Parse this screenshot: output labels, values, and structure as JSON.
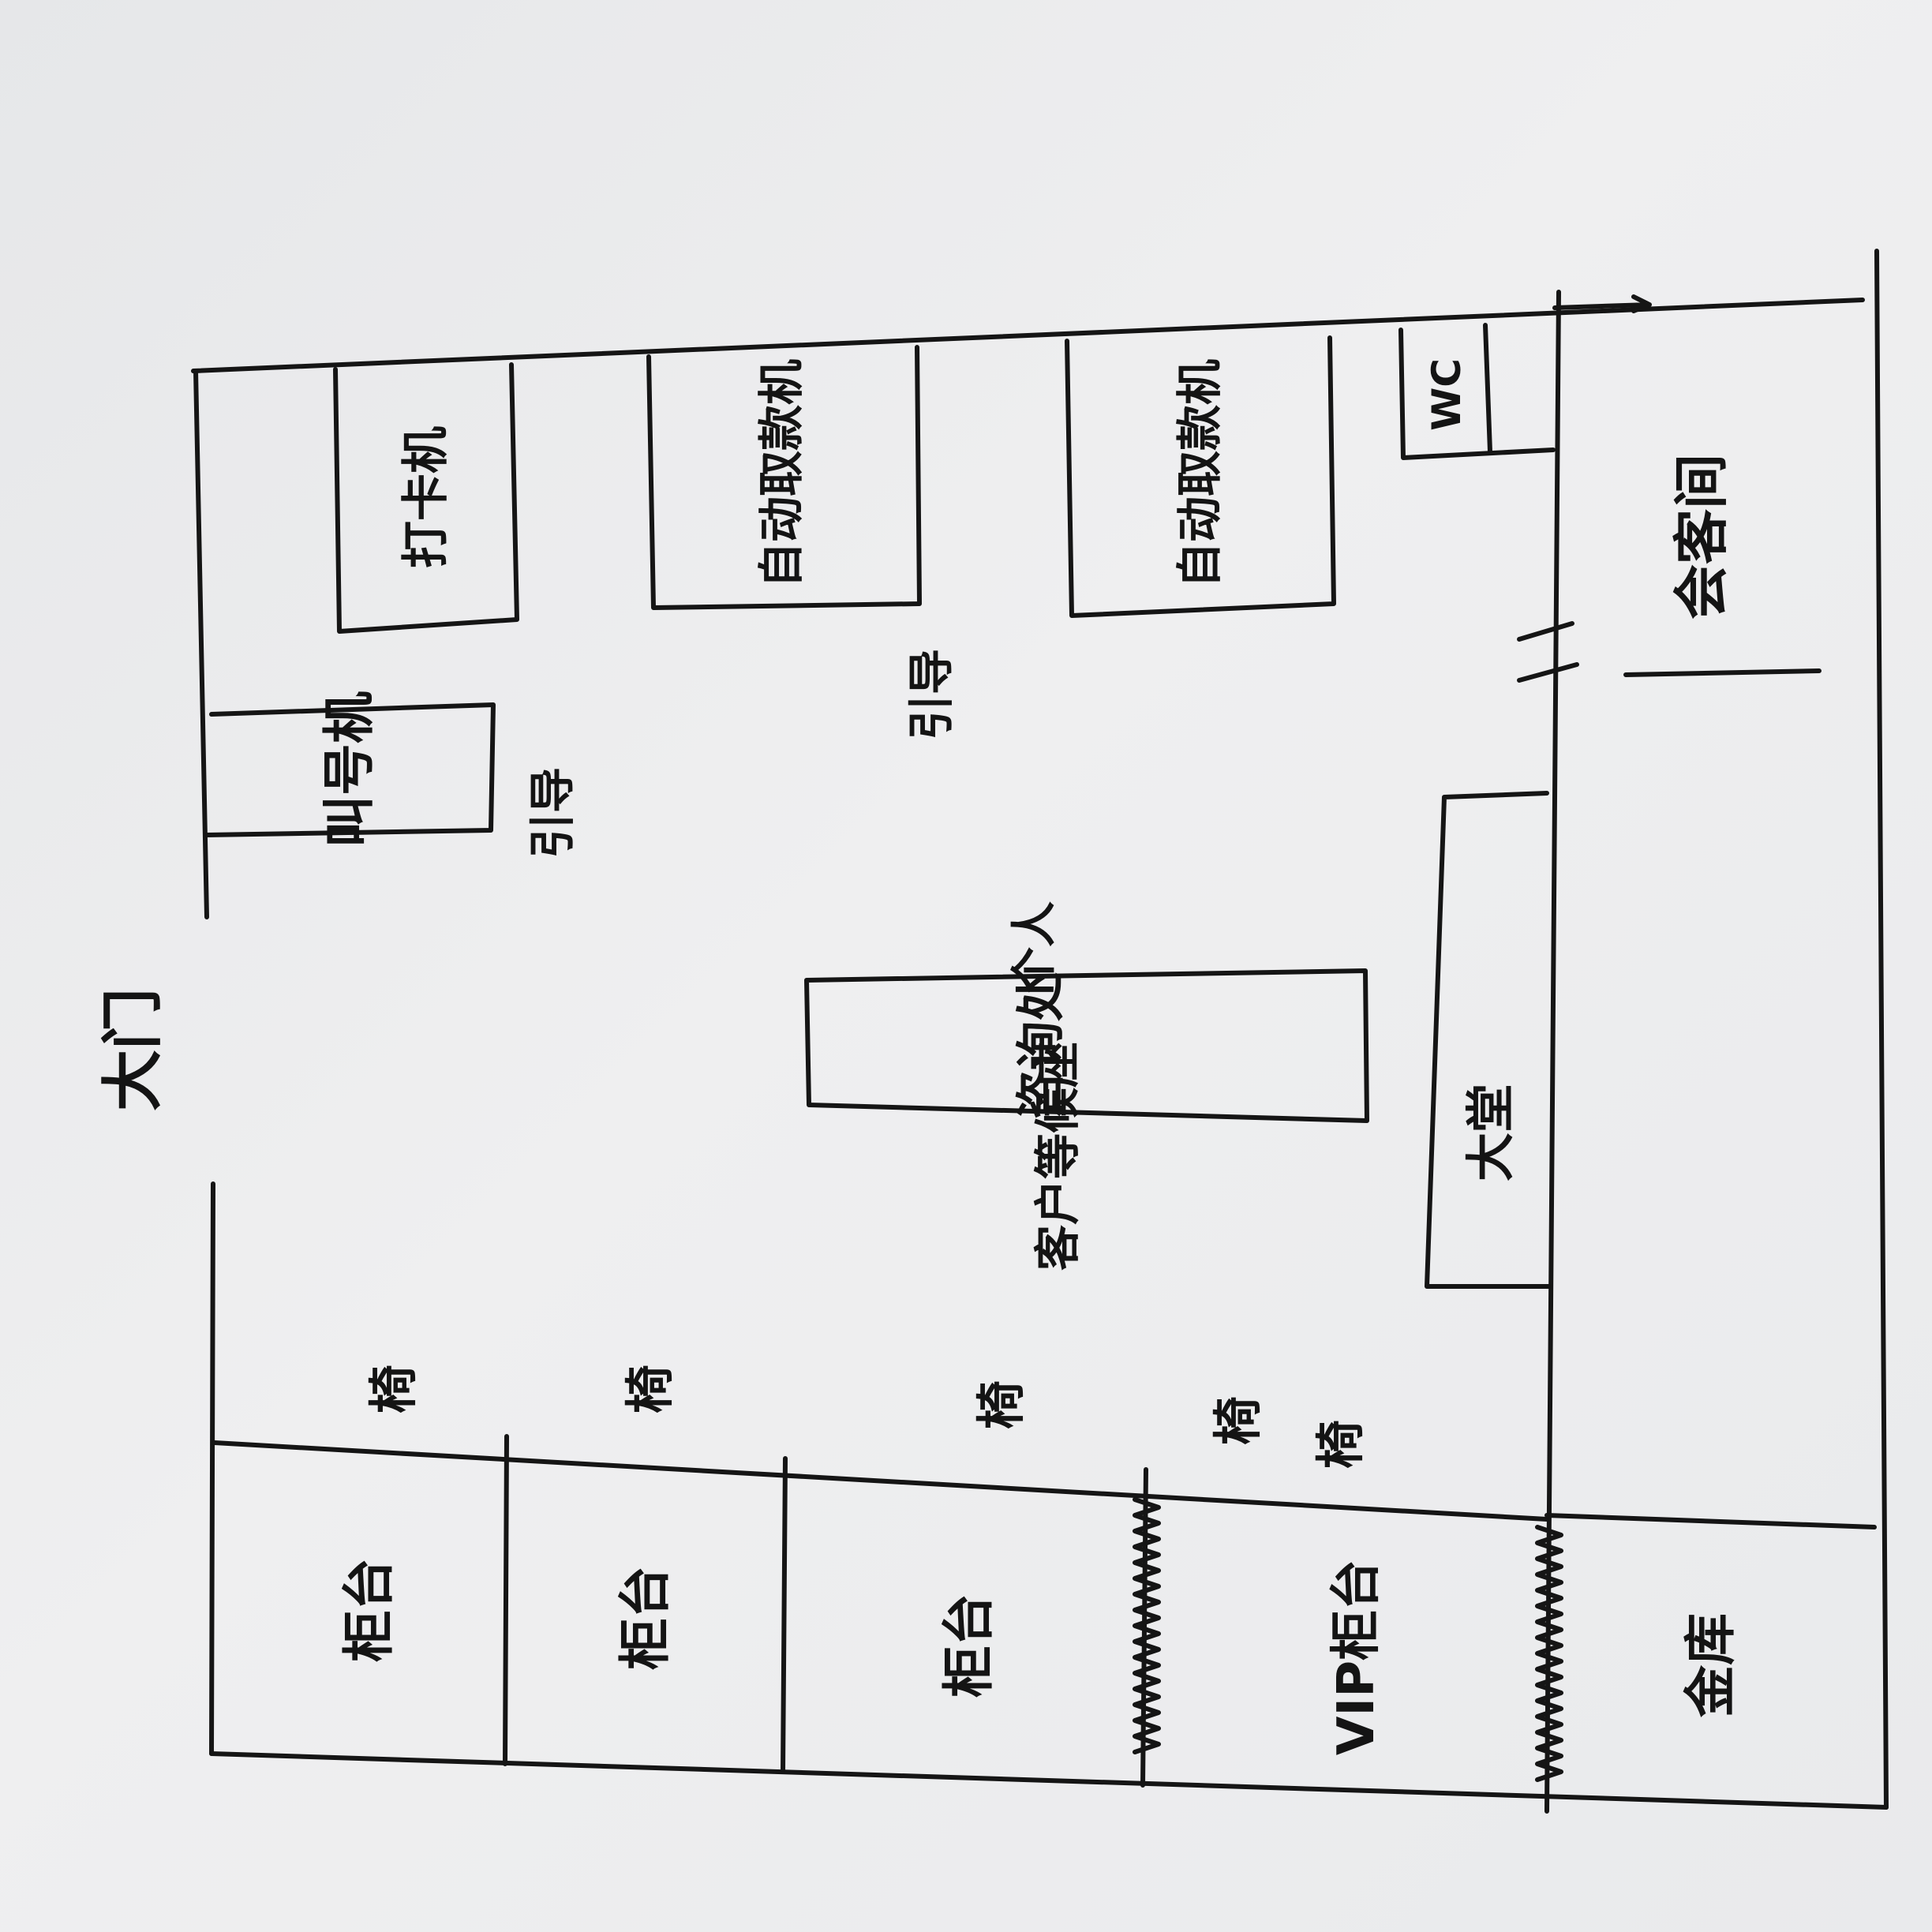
{
  "floor_plan": {
    "entrance_label": "大门",
    "queue_machine_label": "叫号机",
    "ticket_machine_label": "打卡机",
    "atm_labels": [
      "自动取款机",
      "自动取款机"
    ],
    "wc_label": "WC",
    "guide_labels": [
      "引导",
      "引导"
    ],
    "consult_desk_label": "咨询处",
    "consult_note_label": "个人",
    "waiting_seat_label": "客户等候座",
    "lobby_manager_label": "大堂",
    "reception_room_label": "会客间",
    "seat_labels": [
      "椅",
      "椅",
      "椅",
      "椅",
      "椅"
    ],
    "counter_labels": [
      "柜台",
      "柜台",
      "柜台"
    ],
    "vip_counter_label": "VIP柜台",
    "vault_label": "金库"
  }
}
